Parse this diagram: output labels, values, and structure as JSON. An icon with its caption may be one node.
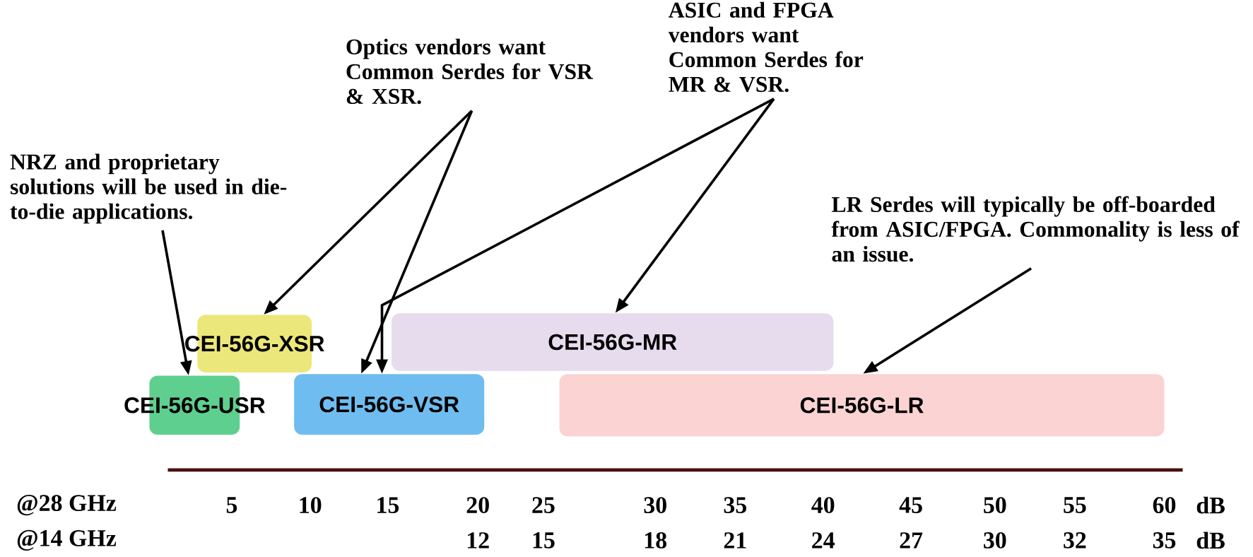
{
  "diagram": {
    "nodes": [
      {
        "text": [
          "NRZ and proprietary solutions will be used in die-to-die applications."
        ]
      },
      {
        "text": [
          "Optics vendors want Common Serdes for VSR & XSR."
        ]
      },
      {
        "text": [
          "ASIC and FPGA vendors want Common Serdes for MR & VSR."
        ]
      },
      {
        "text": [
          "LR Serdes will typically be off-boarded from ASIC/FPGA. Commonality is less of an issue."
        ]
      },
      {
        "text": [
          "CEI-56G-XSR"
        ]
      },
      {
        "text": [
          "CEI-56G-MR"
        ]
      },
      {
        "text": [
          "CEI-56G-USR"
        ]
      },
      {
        "text": [
          "CEI-56G-VSR"
        ]
      },
      {
        "text": [
          "CEI-56G-LR"
        ]
      }
    ],
    "edges": [
      {
        "from": 0,
        "to": 6,
        "arrow": "to"
      },
      {
        "from": 1,
        "to": 4,
        "arrow": "to"
      },
      {
        "from": 1,
        "to": 7,
        "arrow": "to"
      },
      {
        "from": 2,
        "to": 7,
        "arrow": "to"
      },
      {
        "from": 2,
        "to": 5,
        "arrow": "to"
      },
      {
        "from": 3,
        "to": 8,
        "arrow": "to"
      }
    ],
    "labels": [
      "@28 GHz",
      "5",
      "10",
      "15",
      "20",
      "25",
      "30",
      "35",
      "40",
      "45",
      "50",
      "55",
      "60",
      "dB",
      "@14 GHz",
      "12",
      "15",
      "18",
      "21",
      "24",
      "27",
      "30",
      "32",
      "35",
      "dB"
    ]
  }
}
